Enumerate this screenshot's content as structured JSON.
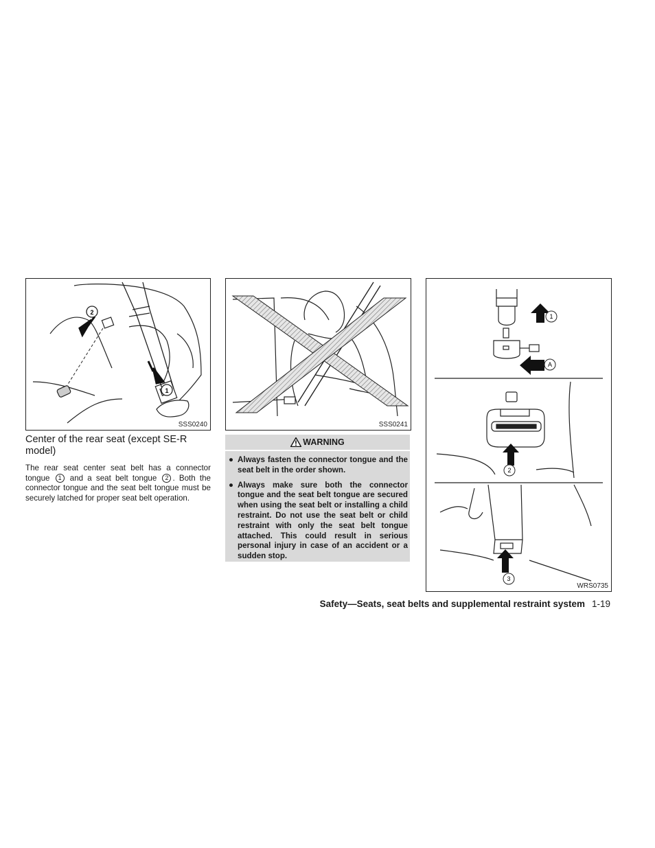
{
  "figures": {
    "fig1": {
      "code": "SSS0240",
      "callouts": [
        "1",
        "2"
      ]
    },
    "fig2": {
      "code": "SSS0241"
    },
    "fig3": {
      "code": "WRS0735",
      "callouts": [
        "1",
        "A",
        "2",
        "3"
      ]
    }
  },
  "section": {
    "heading": "Center of the rear seat (except SE-R model)",
    "body": {
      "part1": "The rear seat center seat belt has a connector tongue ",
      "ref1": "1",
      "part2": " and a seat belt tongue ",
      "ref2": "2",
      "part3": ". Both the connector tongue and the seat belt tongue must be securely latched for proper seat belt operation."
    }
  },
  "warning": {
    "title": "WARNING",
    "items": [
      "Always fasten the connector tongue and the seat belt in the order shown.",
      "Always make sure both the connector tongue and the seat belt tongue are secured when using the seat belt or installing a child restraint. Do not use the seat belt or child restraint with only the seat belt tongue attached. This could result in serious personal injury in case of an accident or a sudden stop."
    ],
    "bullet": "●"
  },
  "footer": {
    "section": "Safety—Seats, seat belts and supplemental restraint system",
    "page": "1-19"
  },
  "colors": {
    "warning_bg": "#d9d9d9",
    "line": "#222222"
  }
}
